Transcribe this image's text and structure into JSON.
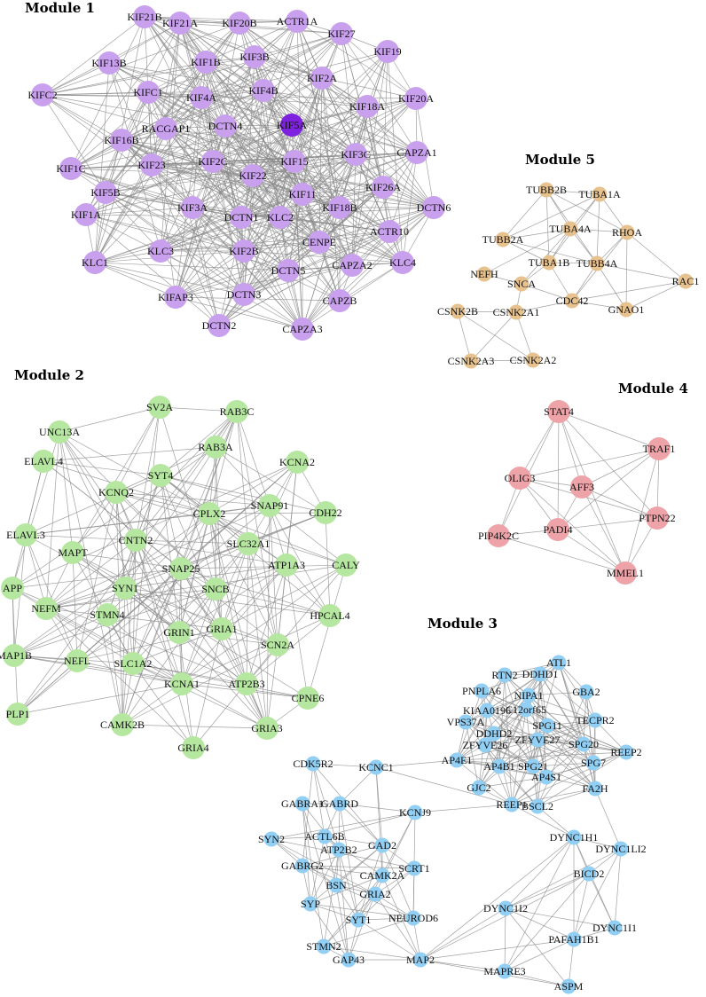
{
  "colors": {
    "module1": "#c9a0ee",
    "module1_hub": "#7e22e0",
    "module2": "#b6e7a0",
    "module3": "#92cff4",
    "module4": "#eda3a8",
    "module5": "#e7c28e",
    "edge": "#8a8a8a"
  },
  "modules": [
    {
      "id": "m1",
      "title": "Module 1",
      "color_key": "module1",
      "node_size": "large",
      "nodes": [
        "KIF21B",
        "KIF21A",
        "KIF20B",
        "ACTR1A",
        "KIF27",
        "KIF19",
        "KIF13B",
        "KIF1B",
        "KIF3B",
        "KIF2A",
        "KIFC2",
        "KIFC1",
        "KIF4A",
        "KIF4B",
        "KIF18A",
        "KIF20A",
        "RACGAP1",
        "DCTN4",
        "KIF5A",
        "KIF16B",
        "KIF23",
        "KIF2C",
        "KIF22",
        "KIF15",
        "KIF3C",
        "CAPZA1",
        "KIF1C",
        "KIF5B",
        "KIF11",
        "KIF26A",
        "DCTN6",
        "KIF1A",
        "KIF3A",
        "DCTN1",
        "KLC2",
        "KIF18B",
        "ACTR10",
        "KLC1",
        "KLC3",
        "KIF2B",
        "CENPE",
        "KLC4",
        "DCTN5",
        "CAPZA2",
        "KIFAP3",
        "DCTN3",
        "CAPZB",
        "DCTN2",
        "CAPZA3"
      ],
      "hub": "KIF5A"
    },
    {
      "id": "m2",
      "title": "Module 2",
      "color_key": "module2",
      "node_size": "large",
      "nodes": [
        "SV2A",
        "RAB3C",
        "UNC13A",
        "RAB3A",
        "KCNA2",
        "ELAVL4",
        "SYT4",
        "KCNQ2",
        "SNAP91",
        "CDH22",
        "CPLX2",
        "ELAVL3",
        "MAPT",
        "CNTN2",
        "SLC32A1",
        "ATP1A3",
        "CALY",
        "APP",
        "SNAP25",
        "SYN1",
        "SNCB",
        "NEFM",
        "STMN4",
        "HPCAL4",
        "GRIN1",
        "GRIA1",
        "SCN2A",
        "MAP1B",
        "NEFL",
        "SLC1A2",
        "KCNA1",
        "ATP2B3",
        "CPNE6",
        "PLP1",
        "CAMK2B",
        "GRIA3",
        "GRIA4"
      ]
    },
    {
      "id": "m3",
      "title": "Module 3",
      "color_key": "module3",
      "node_size": "small",
      "nodes": [
        "ATL1",
        "RTN2",
        "DDHD1",
        "PNPLA6",
        "NIPA1",
        "GBA2",
        "KIAA0196",
        "C12orf65",
        "VPS37A",
        "TECPR2",
        "SPG11",
        "DDHD2",
        "ZFYVE27",
        "ZFYVE26",
        "SPG20",
        "REEP2",
        "AP4E1",
        "SPG7",
        "AP4B1",
        "SPG21",
        "AP4S1",
        "FA2H",
        "GJC2",
        "REEP1",
        "BSCL2",
        "CDK5R2",
        "KCNC1",
        "GABRA1",
        "GABRD",
        "KCNJ9",
        "SYN2",
        "ACTL6B",
        "GAD2",
        "ATP2B2",
        "GABRG2",
        "SCRT1",
        "CAMK2A",
        "BSN",
        "SYP",
        "GRIA2",
        "SYT1",
        "NEUROD6",
        "DYNC1H1",
        "DYNC1LI2",
        "BICD2",
        "DYNC1I2",
        "DYNC1I1",
        "PAFAH1B1",
        "STMN2",
        "GAP43",
        "MAP2",
        "MAPRE3",
        "ASPM"
      ]
    },
    {
      "id": "m4",
      "title": "Module 4",
      "color_key": "module4",
      "node_size": "large",
      "nodes": [
        "STAT4",
        "TRAF1",
        "OLIG3",
        "AFF3",
        "PIP4K2C",
        "PADI4",
        "PTPN22",
        "MMEL1"
      ]
    },
    {
      "id": "m5",
      "title": "Module 5",
      "color_key": "module5",
      "node_size": "small",
      "nodes": [
        "TUBB2B",
        "TUBA1A",
        "TUBA4A",
        "RHOA",
        "TUBB2A",
        "NEFH",
        "TUBA1B",
        "TUBB4A",
        "SNCA",
        "RAC1",
        "CDC42",
        "GNAO1",
        "CSNK2B",
        "CSNK2A1",
        "CSNK2A3",
        "CSNK2A2"
      ]
    }
  ]
}
